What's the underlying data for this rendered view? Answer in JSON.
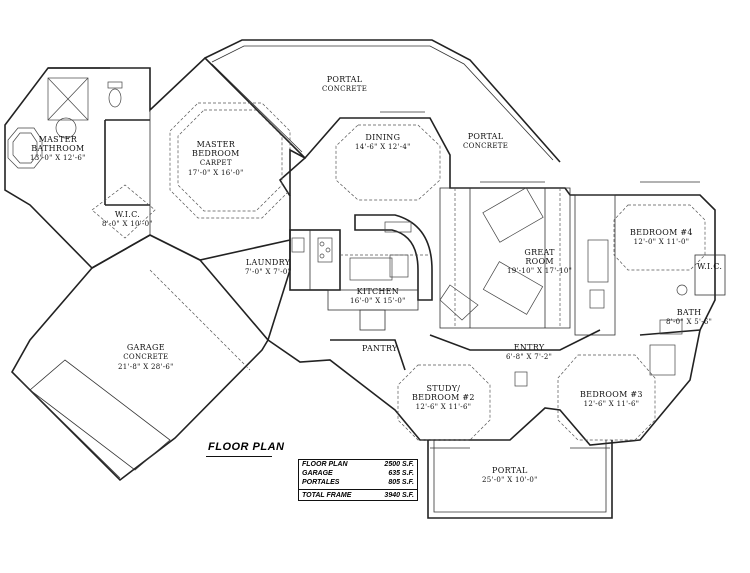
{
  "plan_title": "FLOOR PLAN",
  "rooms": {
    "portal_north": {
      "name": "PORTAL",
      "tag": "CONCRETE"
    },
    "portal_east": {
      "name": "PORTAL",
      "tag": "CONCRETE"
    },
    "portal_south": {
      "name": "PORTAL",
      "size": "25'-0\" X 10'-0\""
    },
    "master_bath": {
      "name": "MASTER\nBATHROOM",
      "size": "13'-0\" X 12'-6\""
    },
    "master_bedroom": {
      "name": "MASTER\nBEDROOM",
      "tag": "CARPET",
      "size": "17'-0\" X 16'-0\""
    },
    "wic_master": {
      "name": "W.I.C.",
      "size": "8'-0\" X 10'-0\""
    },
    "dining": {
      "name": "DINING",
      "size": "14'-6\" X 12'-4\""
    },
    "laundry": {
      "name": "LAUNDRY",
      "size": "7'-0\" X 7'-0\""
    },
    "kitchen": {
      "name": "KITCHEN",
      "size": "16'-0\" X 15'-0\""
    },
    "great_room": {
      "name": "GREAT\nROOM",
      "size": "19'-10\" X 17'-10\""
    },
    "bedroom4": {
      "name": "BEDROOM #4",
      "size": "12'-0\" X 11'-0\""
    },
    "wic_small": {
      "name": "W.I.C."
    },
    "bath": {
      "name": "BATH",
      "size": "8'-0\" X 5'-6\""
    },
    "garage": {
      "name": "GARAGE",
      "tag": "CONCRETE",
      "size": "21'-8\" X 28'-6\""
    },
    "pantry": {
      "name": "PANTRY"
    },
    "entry": {
      "name": "ENTRY",
      "size": "6'-8\" X 7'-2\""
    },
    "study": {
      "name": "STUDY/\nBEDROOM #2",
      "size": "12'-6\" X 11'-6\""
    },
    "bedroom3": {
      "name": "BEDROOM #3",
      "size": "12'-6\" X 11'-6\""
    }
  },
  "area_table": {
    "rows": [
      {
        "label": "FLOOR PLAN",
        "value": "2500 S.F."
      },
      {
        "label": "GARAGE",
        "value": "635 S.F."
      },
      {
        "label": "PORTALES",
        "value": "805 S.F."
      }
    ],
    "total": {
      "label": "TOTAL FRAME",
      "value": "3940 S.F."
    }
  }
}
